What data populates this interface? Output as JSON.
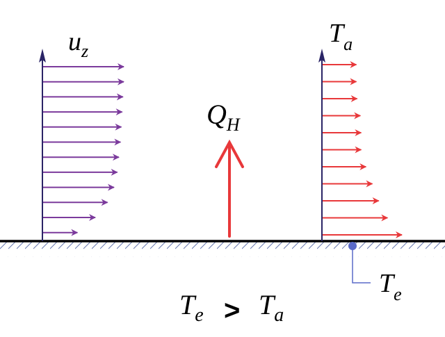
{
  "labels": {
    "velocity": {
      "main": "u",
      "sub": "z"
    },
    "air_temp": {
      "main": "T",
      "sub": "a"
    },
    "heat_flux": {
      "main": "Q",
      "sub": "H"
    },
    "surface_temp": {
      "main": "T",
      "sub": "e"
    },
    "inequality": {
      "left_main": "T",
      "left_sub": "e",
      "op": ">",
      "right_main": "T",
      "right_sub": "a"
    }
  },
  "profiles": {
    "velocity_relative_magnitudes": [
      1.0,
      1.0,
      0.99,
      0.98,
      0.97,
      0.96,
      0.94,
      0.92,
      0.88,
      0.8,
      0.65,
      0.43
    ],
    "temperature_relative_magnitudes": [
      0.43,
      0.43,
      0.44,
      0.48,
      0.49,
      0.49,
      0.55,
      0.63,
      0.71,
      0.82,
      1.0
    ]
  },
  "colors": {
    "velocity_arrow": "#7b3a9c",
    "temperature_arrow": "#e8383a",
    "axis": "#2a2466",
    "ground": "#000000",
    "hatch": "#6a7ab0",
    "probe": "#5a6ac8"
  }
}
